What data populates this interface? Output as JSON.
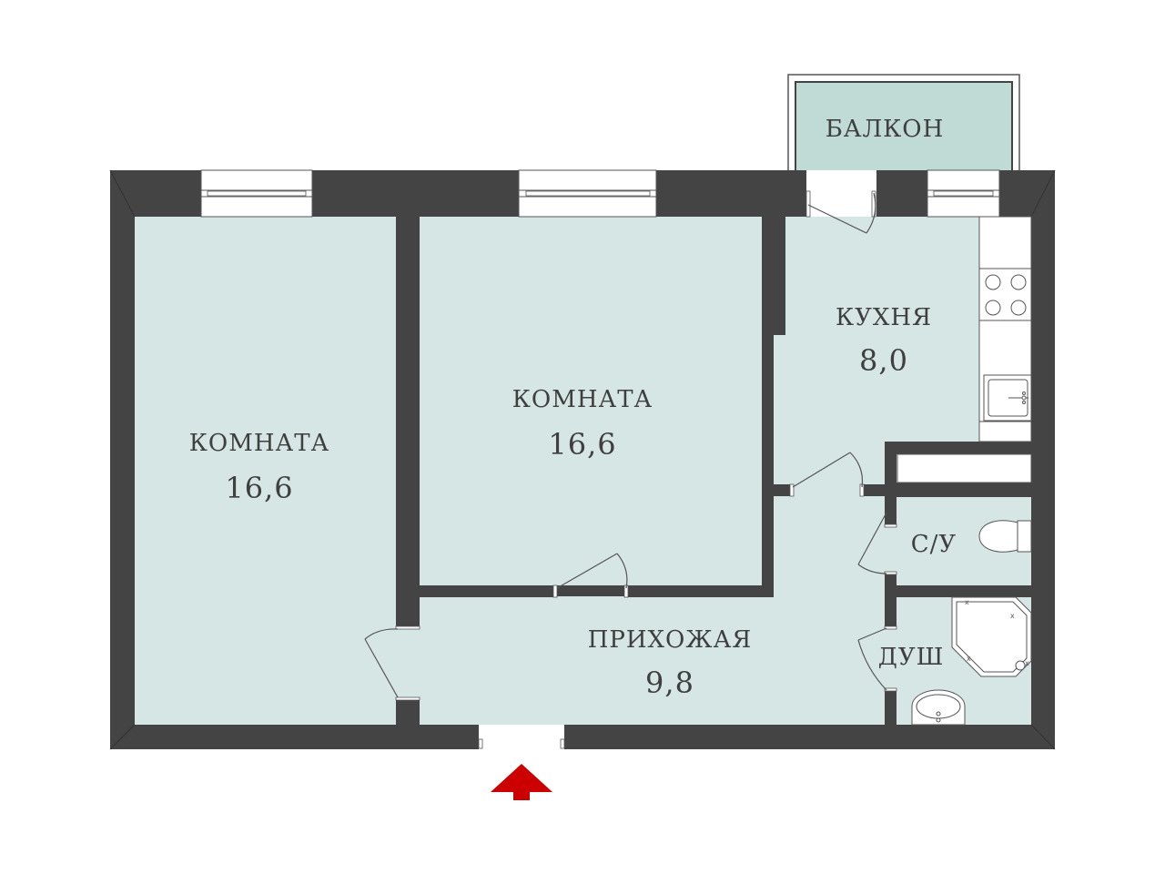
{
  "rooms": {
    "room_left": {
      "name": "КОМНАТА",
      "area": "16,6"
    },
    "room_middle": {
      "name": "КОМНАТА",
      "area": "16,6"
    },
    "kitchen": {
      "name": "КУХНЯ",
      "area": "8,0"
    },
    "hallway": {
      "name": "ПРИХОЖАЯ",
      "area": "9,8"
    },
    "balcony": {
      "name": "БАЛКОН"
    },
    "wc": {
      "name": "С/У"
    },
    "shower": {
      "name": "ДУШ"
    }
  },
  "colors": {
    "wall": "#444444",
    "floor": "#d6e6e5",
    "balcony_floor": "#c0dad6",
    "entrance_arrow": "#cc0000"
  },
  "icons": [
    "stove-icon",
    "kitchen-sink-icon",
    "toilet-icon",
    "shower-cabin-icon",
    "washbasin-icon",
    "entrance-arrow-icon"
  ]
}
